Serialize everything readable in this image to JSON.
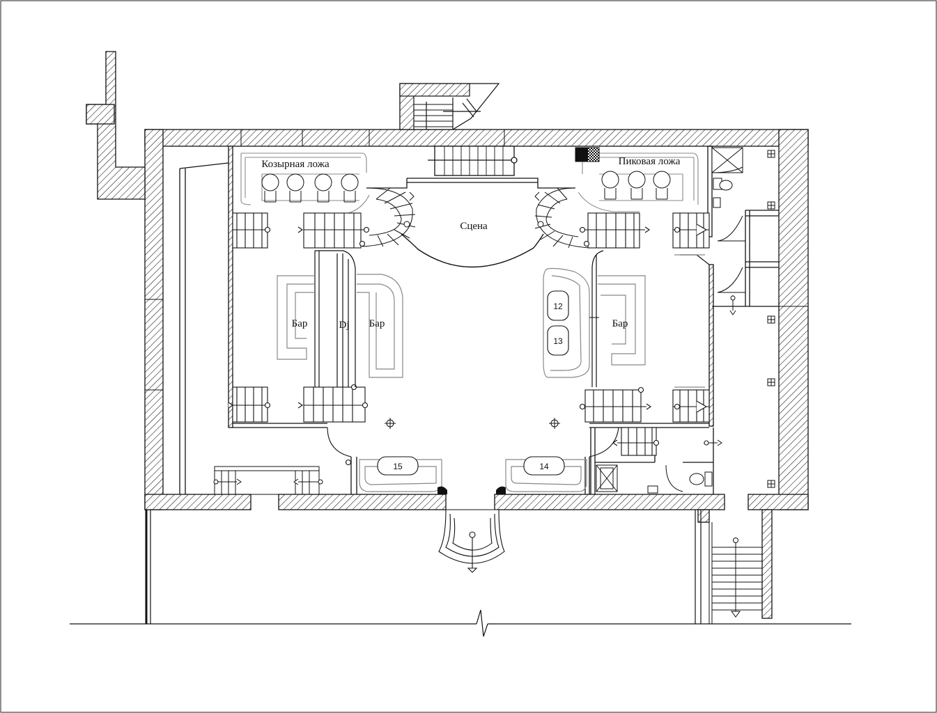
{
  "plan": {
    "labels": {
      "box_left": "Козырная ложа",
      "box_right": "Пиковая ложа",
      "stage": "Сцена",
      "bar_left_outer": "Бар",
      "dj": "Dj",
      "bar_left_inner": "Бар",
      "bar_right": "Бар"
    },
    "tables": {
      "t12": "12",
      "t13": "13",
      "t14": "14",
      "t15": "15"
    },
    "colors": {
      "line": "#111111",
      "furniture": "#888888",
      "background": "#ffffff"
    }
  }
}
